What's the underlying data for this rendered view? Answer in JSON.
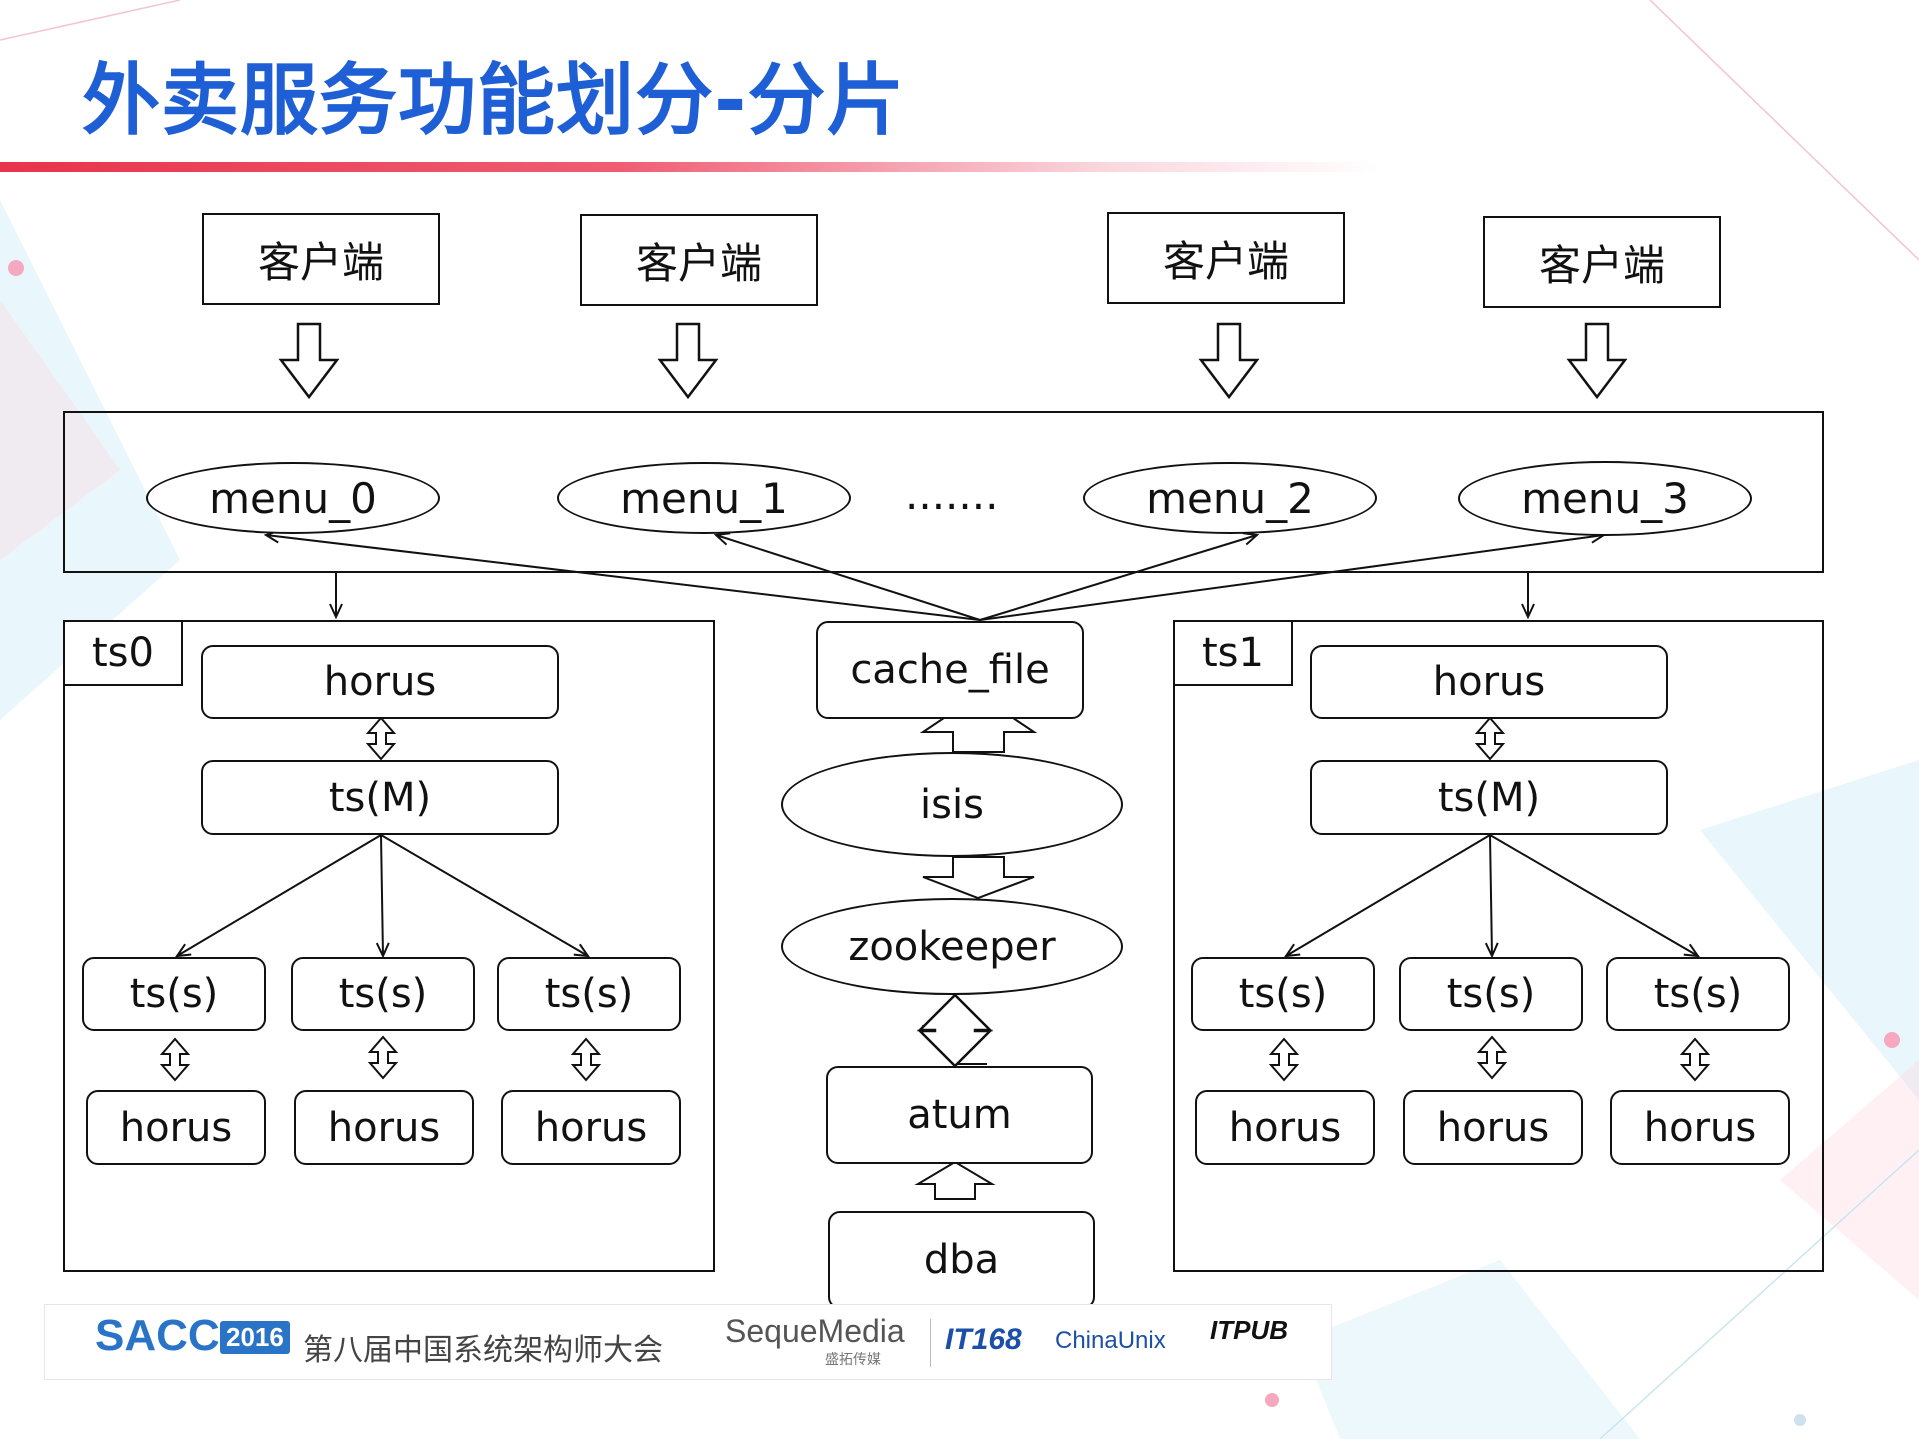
{
  "title": "外卖服务功能划分-分片",
  "clients": [
    "客户端",
    "客户端",
    "客户端",
    "客户端"
  ],
  "menus": [
    "menu_0",
    "menu_1",
    "menu_2",
    "menu_3"
  ],
  "menu_ellipsis": ".......",
  "shard_left": {
    "tag": "ts0",
    "horus": "horus",
    "master": "ts(M)",
    "slaves": [
      "ts(s)",
      "ts(s)",
      "ts(s)"
    ],
    "slave_horus": [
      "horus",
      "horus",
      "horus"
    ]
  },
  "shard_right": {
    "tag": "ts1",
    "horus": "horus",
    "master": "ts(M)",
    "slaves": [
      "ts(s)",
      "ts(s)",
      "ts(s)"
    ],
    "slave_horus": [
      "horus",
      "horus",
      "horus"
    ]
  },
  "center": {
    "cache_file": "cache_file",
    "isis": "isis",
    "zookeeper": "zookeeper",
    "atum": "atum",
    "dba": "dba"
  },
  "footer": {
    "sacc": "SACC",
    "year": "2016",
    "conference": "第八届中国系统架构师大会",
    "seque": "SequeMedia",
    "seque_sub": "盛拓传媒",
    "it168": "IT168",
    "chinaunix": "ChinaUnix",
    "itpub": "ITPUB"
  },
  "colors": {
    "title": "#1f5fd6",
    "rule": "#e8344a",
    "line": "#111111"
  }
}
